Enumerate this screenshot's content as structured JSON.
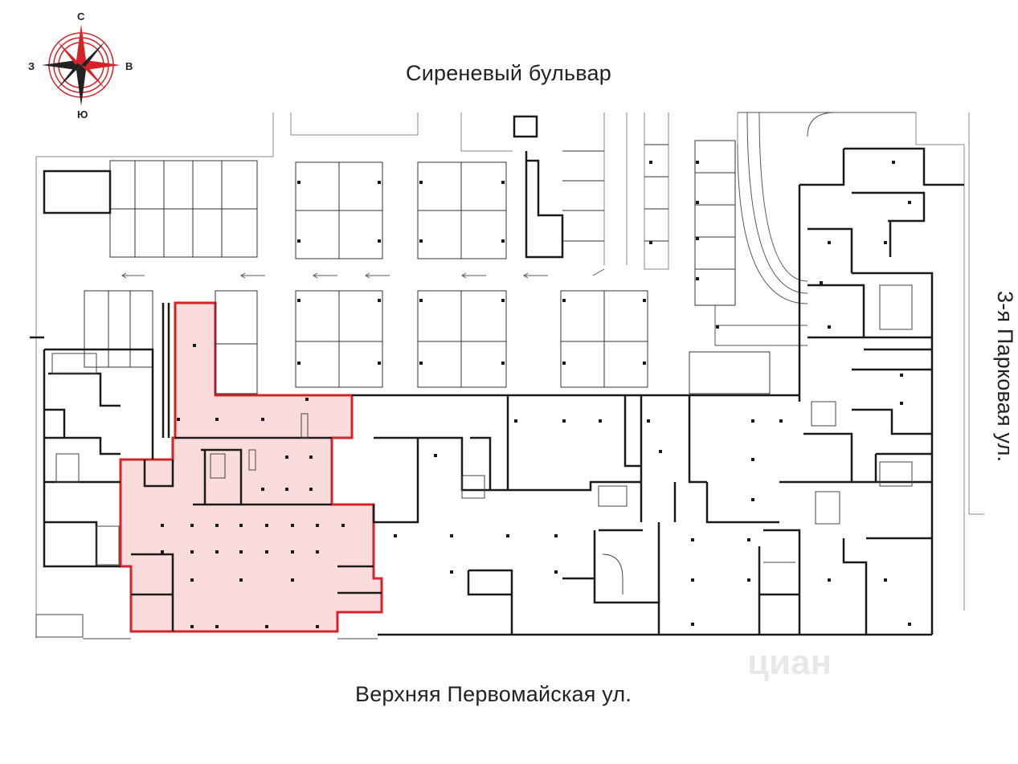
{
  "streets": {
    "top": "Сиреневый бульвар",
    "bottom": "Верхняя Первомайская ул.",
    "right": "3-я Парковая ул."
  },
  "compass": {
    "north": "С",
    "south": "Ю",
    "west": "З",
    "east": "В"
  },
  "watermark": "циан",
  "colors": {
    "highlight_fill": "#fbdcdc",
    "highlight_stroke": "#d5232a",
    "wall": "#1a1a1a",
    "thin_line": "#333333",
    "compass_red": "#d5232a"
  }
}
